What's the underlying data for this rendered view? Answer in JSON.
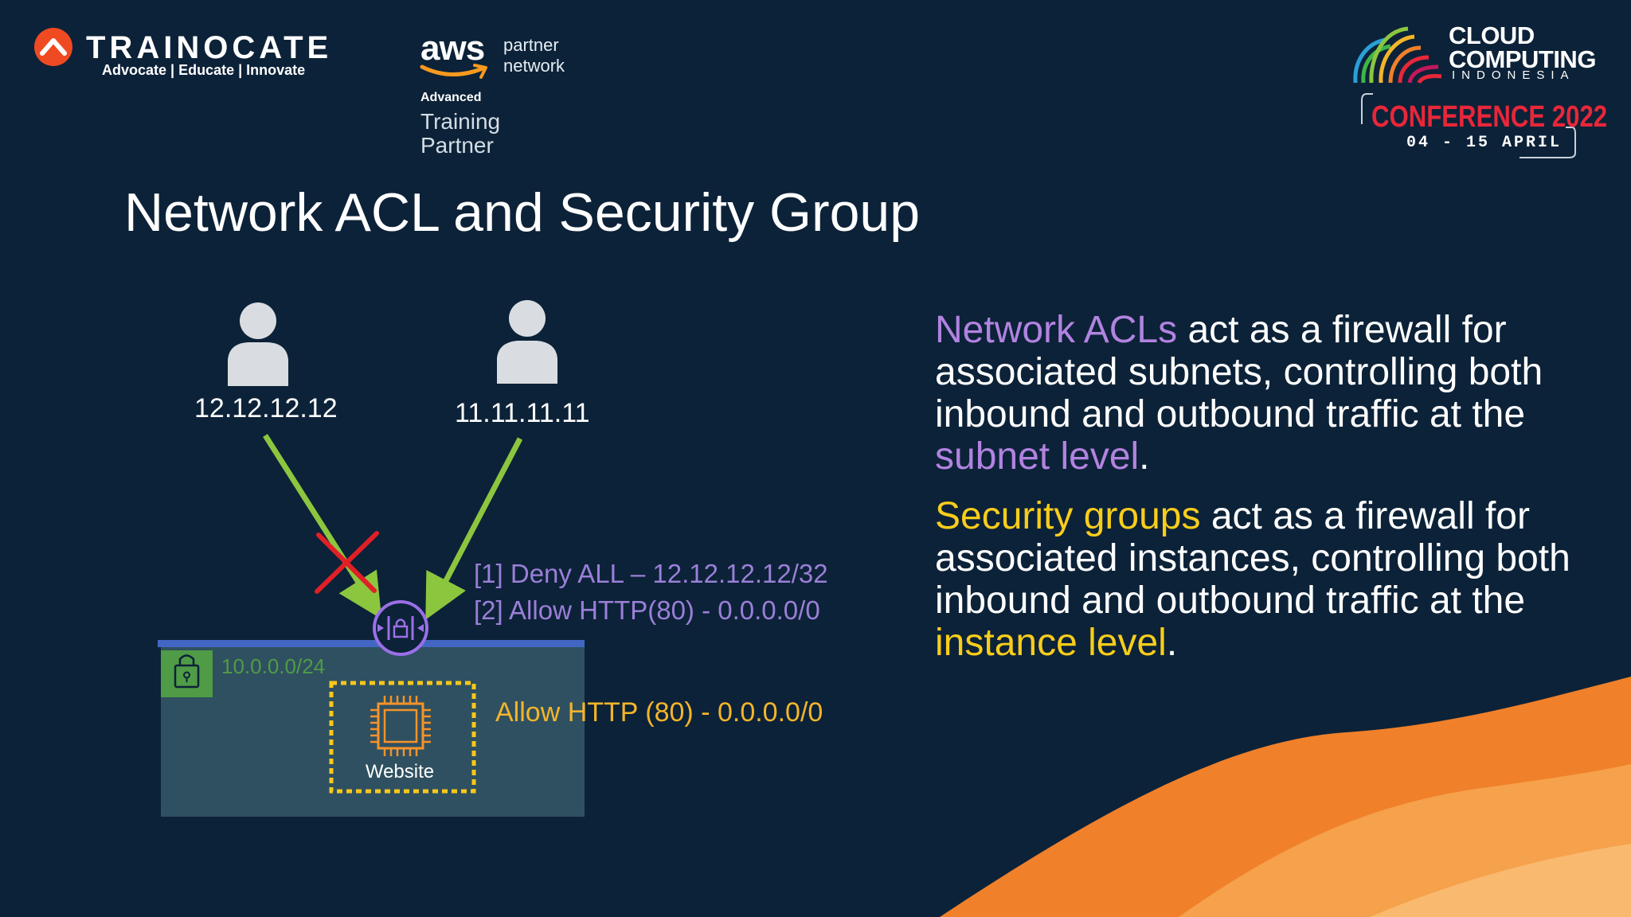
{
  "header": {
    "trainocate": {
      "name": "TRAINOCATE",
      "tagline": "Advocate | Educate | Innovate",
      "icon": "trainocate-logo-icon",
      "color": "#f04a23"
    },
    "aws": {
      "word": "aws",
      "partner_line1": "partner",
      "partner_line2": "network",
      "tier": "Advanced",
      "role_line1": "Training",
      "role_line2": "Partner",
      "accent": "#f79a1e"
    },
    "conference": {
      "name_line1": "CLOUD",
      "name_line2": "COMPUTING",
      "country": "INDONESIA",
      "event": "CONFERENCE 2022",
      "dates": "04 - 15  APRIL",
      "accent": "#e8273a"
    }
  },
  "slide": {
    "title": "Network ACL and Security Group",
    "background": "#0c2238"
  },
  "diagram": {
    "users": [
      {
        "ip": "12.12.12.12",
        "icon": "user-icon",
        "status": "denied"
      },
      {
        "ip": "11.11.11.11",
        "icon": "user-icon",
        "status": "allowed"
      }
    ],
    "nacl_rules": [
      "[1] Deny ALL – 12.12.12.12/32",
      "[2] Allow HTTP(80) - 0.0.0.0/0"
    ],
    "subnet_cidr": "10.0.0.0/24",
    "instance_label": "Website",
    "security_group_rule": "Allow HTTP (80) - 0.0.0.0/0",
    "colors": {
      "arrow": "#8cc63f",
      "deny": "#e11f26",
      "nacl": "#9b6fe8",
      "subnet": "#2f5060",
      "subnet_edge": "#4267c2",
      "security_group": "#f8c81b",
      "instance": "#f5932a"
    }
  },
  "body": {
    "nacl": {
      "term": "Network ACLs",
      "text1": " act as a firewall for associated subnets, controlling both inbound and outbound traffic at the ",
      "level": "subnet level",
      "end": "."
    },
    "sg": {
      "term": "Security groups",
      "text1": " act as a firewall for associated instances, controlling both inbound and outbound traffic at the ",
      "level": "instance level",
      "end": "."
    }
  }
}
